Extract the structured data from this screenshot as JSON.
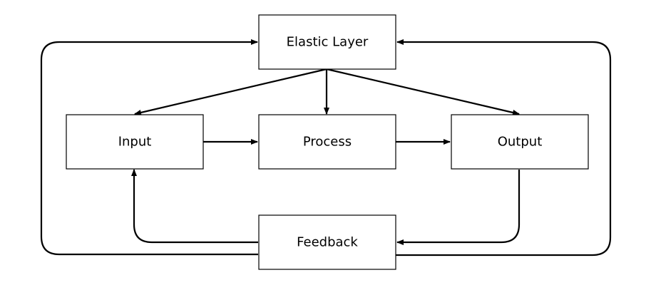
{
  "diagram": {
    "nodes": {
      "elastic": {
        "label": "Elastic Layer"
      },
      "input": {
        "label": "Input"
      },
      "process": {
        "label": "Process"
      },
      "output": {
        "label": "Output"
      },
      "feedback": {
        "label": "Feedback"
      }
    },
    "edges": [
      {
        "from": "Elastic Layer",
        "to": "Input"
      },
      {
        "from": "Elastic Layer",
        "to": "Process"
      },
      {
        "from": "Elastic Layer",
        "to": "Output"
      },
      {
        "from": "Input",
        "to": "Process"
      },
      {
        "from": "Process",
        "to": "Output"
      },
      {
        "from": "Output",
        "to": "Feedback"
      },
      {
        "from": "Feedback",
        "to": "Input"
      },
      {
        "from": "Feedback",
        "to": "Elastic Layer"
      },
      {
        "from": "Feedback",
        "to": "Elastic Layer"
      }
    ],
    "colors": {
      "stroke": "#000000",
      "node_fill": "#ffffff",
      "background": "#ffffff"
    }
  }
}
